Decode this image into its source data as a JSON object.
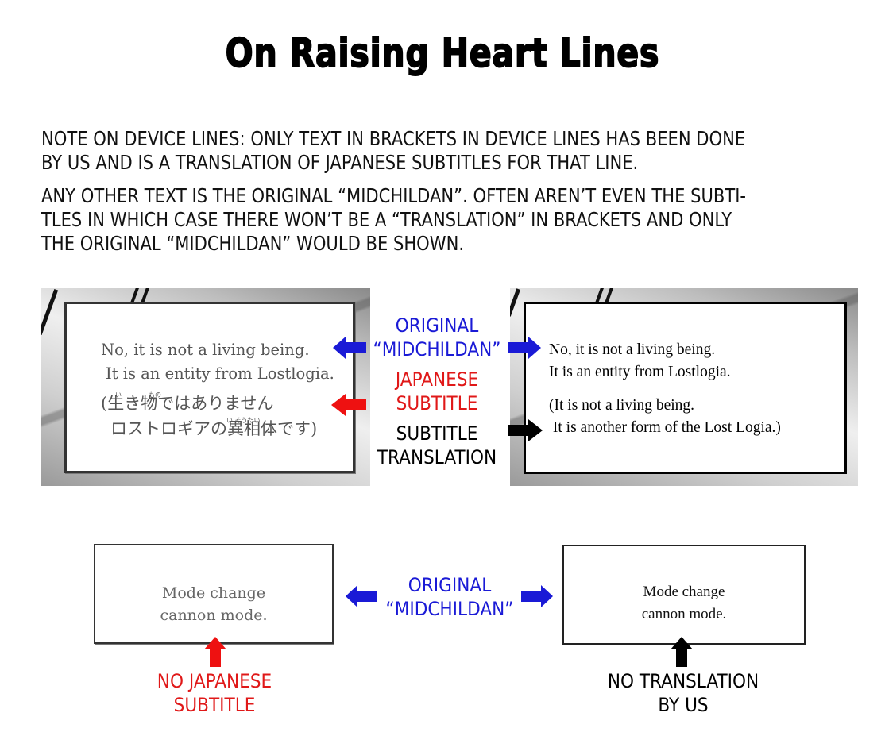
{
  "title": "On Raising Heart Lines",
  "note": {
    "paragraph1": [
      "Note on device lines: only text in brackets in device lines has been done",
      "by us and is a translation of japanese subtitles for that line."
    ],
    "paragraph2": [
      "Any other text is the original “Midchildan”. Often aren’t even the subti-",
      "tles in which case there won’t be a “translation” in brackets and only",
      "the original “Midchildan” would be shown."
    ]
  },
  "example1": {
    "left_panel": {
      "english_lines": [
        "No, it is not a living being.",
        "It is an entity from Lostlogia."
      ],
      "japanese_lines": [
        "(生き物ではありません",
        "ロストロギアの異相体です)"
      ],
      "furigana": [
        "い",
        "もの",
        "い そうたい"
      ]
    },
    "labels": {
      "original": [
        "Original",
        "“Midchildan”"
      ],
      "japanese_subtitle": [
        "Japanese",
        "subtitle"
      ],
      "subtitle_translation": [
        "Subtitle",
        "translation"
      ]
    },
    "right_panel": {
      "english_lines": [
        "No, it is not a living being.",
        "It is an entity from Lostlogia."
      ],
      "translation_lines": [
        "(It is not a living being.",
        " It is another form of the Lost Logia.)"
      ]
    }
  },
  "example2": {
    "left_panel": {
      "lines": [
        "Mode change",
        "cannon mode."
      ]
    },
    "labels": {
      "original": [
        "Original",
        "“Midchildan”"
      ],
      "no_japanese": [
        "No Japanese",
        "subtitle"
      ],
      "no_translation": [
        "No translation",
        "by us"
      ]
    },
    "right_panel": {
      "lines": [
        "Mode change",
        "cannon mode."
      ]
    }
  },
  "colors": {
    "original": "#1a1ad6",
    "japanese": "#e01818",
    "translation": "#000000"
  }
}
